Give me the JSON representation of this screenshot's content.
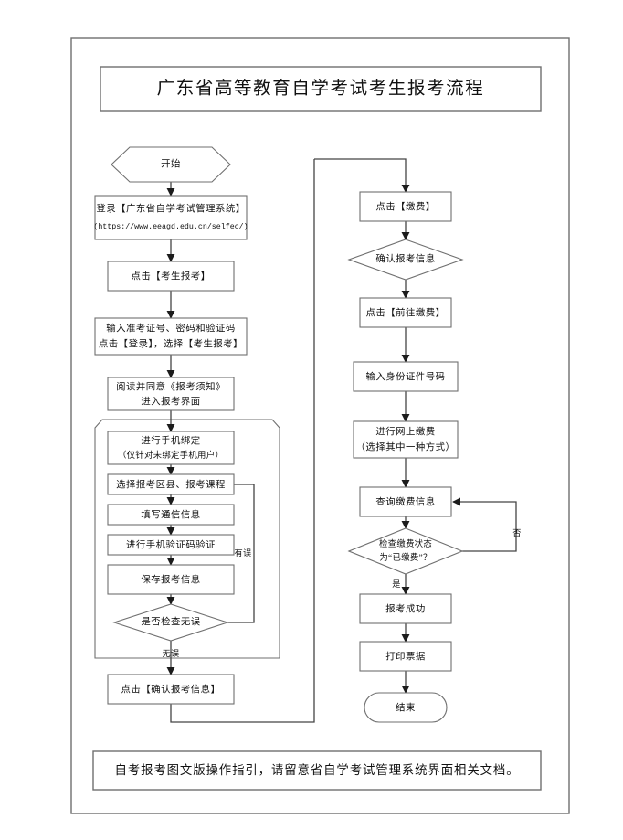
{
  "page": {
    "title_box": "广东省高等教育自学考试考生报考流程",
    "footer_note": "自考报考图文版操作指引，请留意省自学考试管理系统界面相关文档。"
  },
  "chart_data": {
    "type": "diagram",
    "subtype": "flowchart",
    "title": "广东省高等教育自学考试考生报考流程",
    "orientation": "two-column, top-to-bottom, left column then right column",
    "nodes": [
      {
        "id": "start",
        "shape": "hexagon",
        "column": "left",
        "text": "开始"
      },
      {
        "id": "login",
        "shape": "rect",
        "column": "left",
        "text": "登录【广东省自学考试管理系统】",
        "text2": "(https://www.eeagd.edu.cn/selfec/)"
      },
      {
        "id": "click-exam",
        "shape": "rect",
        "column": "left",
        "text": "点击【考生报考】"
      },
      {
        "id": "enter-creds",
        "shape": "rect",
        "column": "left",
        "text": "输入准考证号、密码和验证码",
        "text2": "点击【登录】，选择【考生报考】"
      },
      {
        "id": "read-notice",
        "shape": "rect",
        "column": "left",
        "text": "阅读并同意《报考须知》",
        "text2": "进入报考界面"
      },
      {
        "id": "bind-phone",
        "shape": "rect",
        "column": "left",
        "text": "进行手机绑定",
        "text2": "（仅针对未绑定手机用户）"
      },
      {
        "id": "select-area",
        "shape": "rect",
        "column": "left",
        "text": "选择报考区县、报考课程"
      },
      {
        "id": "fill-comm",
        "shape": "rect",
        "column": "left",
        "text": "填写通信信息"
      },
      {
        "id": "verify-sms",
        "shape": "rect",
        "column": "left",
        "text": "进行手机验证码验证"
      },
      {
        "id": "save-info",
        "shape": "rect",
        "column": "left",
        "text": "保存报考信息"
      },
      {
        "id": "check-ok",
        "shape": "diamond",
        "column": "left",
        "text": "是否检查无误"
      },
      {
        "id": "confirm",
        "shape": "rect",
        "column": "left",
        "text": "点击【确认报考信息】"
      },
      {
        "id": "click-pay",
        "shape": "rect",
        "column": "right",
        "text": "点击【缴费】"
      },
      {
        "id": "confirm-reg",
        "shape": "diamond",
        "column": "right",
        "text": "确认报考信息"
      },
      {
        "id": "goto-pay",
        "shape": "rect",
        "column": "right",
        "text": "点击【前往缴费】"
      },
      {
        "id": "enter-id",
        "shape": "rect",
        "column": "right",
        "text": "输入身份证件号码"
      },
      {
        "id": "online-pay",
        "shape": "rect",
        "column": "right",
        "text": "进行网上缴费",
        "text2": "（选择其中一种方式）"
      },
      {
        "id": "query-pay",
        "shape": "rect",
        "column": "right",
        "text": "查询缴费信息"
      },
      {
        "id": "check-paid",
        "shape": "diamond",
        "column": "right",
        "text": "检查缴费状态",
        "text2": "为“已缴费”？"
      },
      {
        "id": "success",
        "shape": "rect",
        "column": "right",
        "text": "报考成功"
      },
      {
        "id": "print",
        "shape": "rect",
        "column": "right",
        "text": "打印票据"
      },
      {
        "id": "end",
        "shape": "stadium",
        "column": "right",
        "text": "结束"
      }
    ],
    "edge_labels": [
      {
        "id": "edge-youwu",
        "text": "有误",
        "from": "check-ok",
        "to": "select-area"
      },
      {
        "id": "edge-wuwu",
        "text": "无误",
        "from": "check-ok",
        "to": "confirm"
      },
      {
        "id": "edge-fou",
        "text": "否",
        "from": "check-paid",
        "to": "query-pay"
      },
      {
        "id": "edge-shi",
        "text": "是",
        "from": "check-paid",
        "to": "success"
      }
    ],
    "grouping_box": {
      "id": "registration-group",
      "contains": [
        "bind-phone",
        "select-area",
        "fill-comm",
        "verify-sms",
        "save-info",
        "check-ok"
      ]
    }
  }
}
